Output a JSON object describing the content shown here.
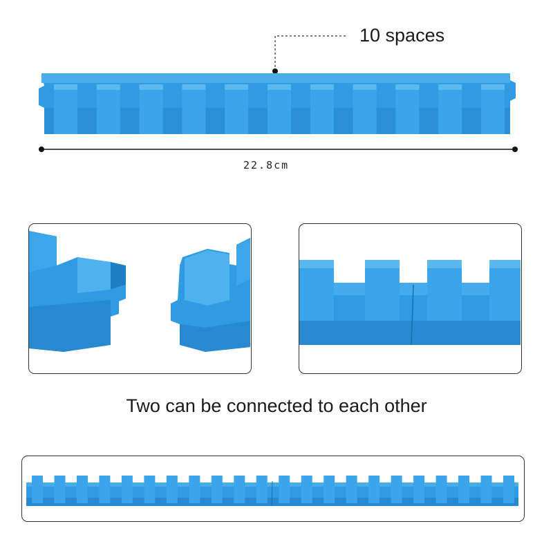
{
  "annotations": {
    "spaces_label": "10 spaces",
    "length_label": "22.8cm",
    "caption": "Two can be connected to each other"
  },
  "product": {
    "color": "#2f9be3",
    "color_dark": "#1f7fc4",
    "color_light": "#6fc0f2",
    "spaces_per_strip": 10,
    "connected_strips": 2
  }
}
